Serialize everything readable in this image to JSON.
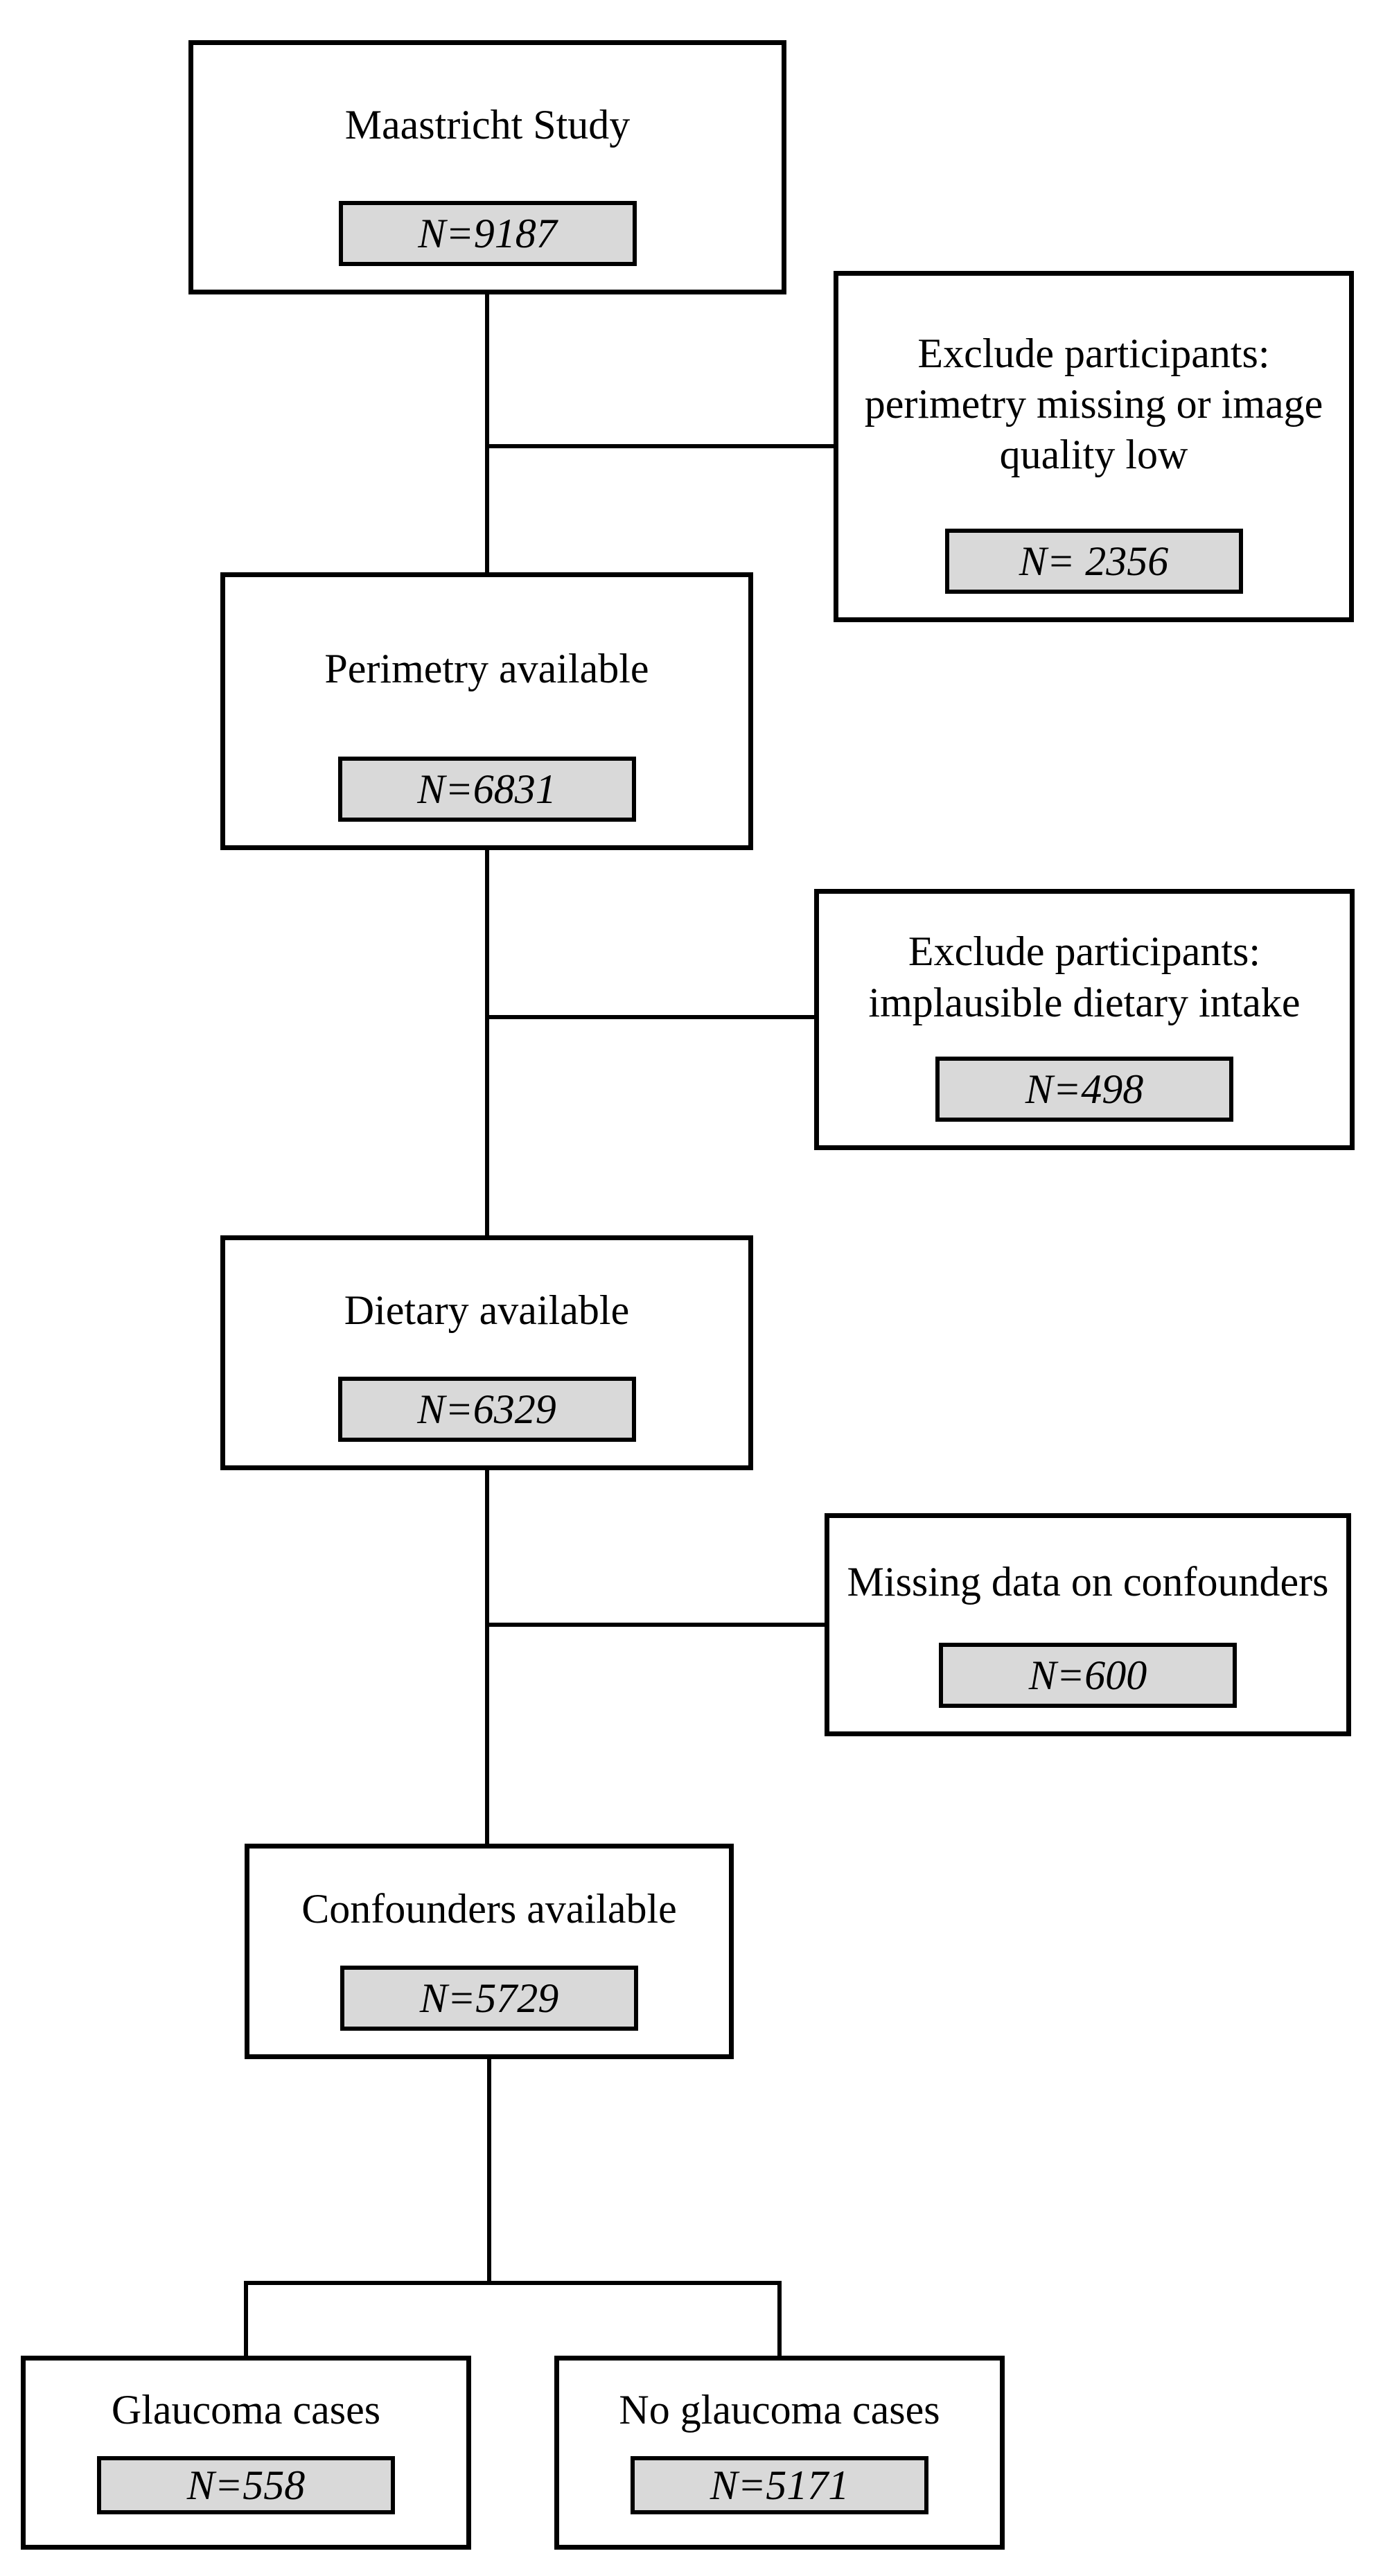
{
  "diagram": {
    "colors": {
      "line": "#000000",
      "n_fill": "#d9d9d9",
      "background": "#ffffff"
    },
    "boxes": {
      "maastricht": {
        "title": "Maastricht Study",
        "n": "N=9187"
      },
      "excl_perimetry": {
        "title": "Exclude participants:\nperimetry missing or image\nquality low",
        "n": "N= 2356"
      },
      "perimetry": {
        "title": "Perimetry available",
        "n": "N=6831"
      },
      "excl_dietary": {
        "title": "Exclude participants:\nimplausible dietary intake",
        "n": "N=498"
      },
      "dietary": {
        "title": "Dietary available",
        "n": "N=6329"
      },
      "missing_conf": {
        "title": "Missing data on confounders",
        "n": "N=600"
      },
      "confounders": {
        "title": "Confounders available",
        "n": "N=5729"
      },
      "glaucoma": {
        "title": "Glaucoma cases",
        "n": "N=558"
      },
      "no_glaucoma": {
        "title": "No glaucoma cases",
        "n": "N=5171"
      }
    }
  }
}
